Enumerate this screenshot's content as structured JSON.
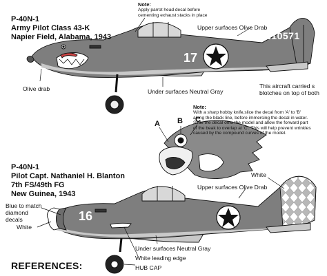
{
  "colors": {
    "olive": "#7e7e7e",
    "gray_under": "#c9c9c9",
    "black": "#111111",
    "white": "#ffffff"
  },
  "aircraft1": {
    "model": "P-40N-1",
    "unit_line1": "Army Pilot Class 43-K",
    "unit_line2": "Napier Field, Alabama, 1943",
    "fuselage_code": "17",
    "tail_serial": "210571",
    "note_title": "Note:",
    "note_text": "Apply parrot head decal before\ncementing exhaust stacks in place",
    "callout_upper": "Upper surfaces Olive Drab",
    "callout_under": "Under surfaces Neutral Gray",
    "callout_nose": "Olive drab",
    "callout_blotch": "This aircraft carried s\nblotches on top of both"
  },
  "note2": {
    "title": "Note:",
    "text": "With a sharp hobby knife,slice the decal from 'A' to 'B'\nalong the black line, before immersing the decal in water.\nSlide the decal onto the model and allow the forward part\nof the beak to overlap at 'C'. This will help prevent wrinkles\ncaused by the compound curves of the model.",
    "label_a": "A",
    "label_b": "B",
    "label_c": "C"
  },
  "aircraft2": {
    "model": "P-40N-1",
    "pilot_line": "Pilot Capt. Nathaniel H. Blanton",
    "unit_line": "7th FS/49th FG",
    "location_line": "New Guinea, 1943",
    "fuselage_code": "16",
    "callout_blue": "Blue to match\ndiamond\ndecals",
    "callout_white_nose": "White",
    "callout_white_tail": "White",
    "callout_upper": "Upper surfaces Olive Drab",
    "callout_under": "Under surfaces Neutral Gray",
    "callout_leading_edge": "White leading edge",
    "callout_hubcap": "HUB CAP"
  },
  "references_heading": "REFERENCES:"
}
